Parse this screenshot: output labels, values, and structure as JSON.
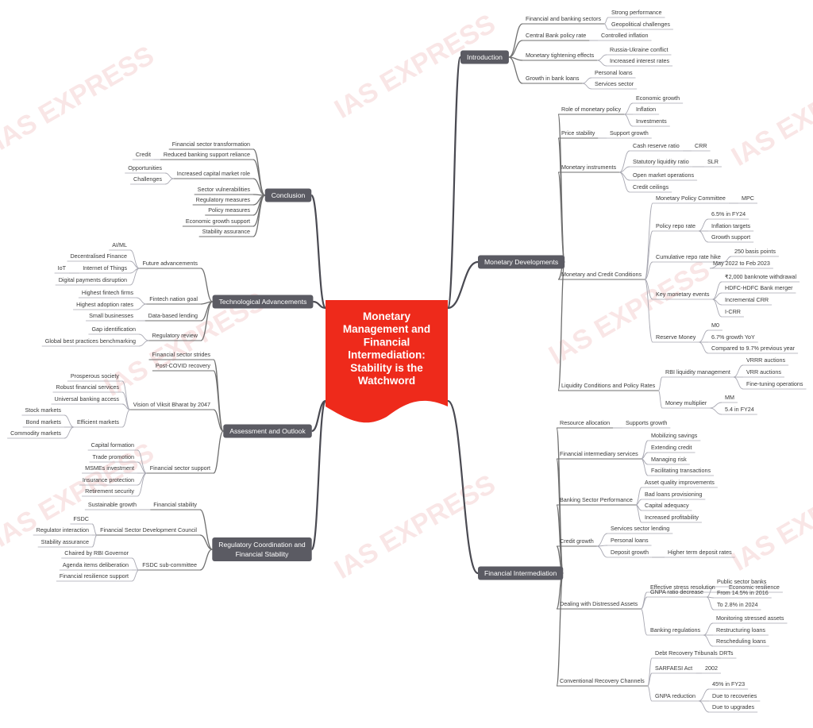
{
  "title": [
    "Monetary",
    "Management and",
    "Financial",
    "Intermediation:",
    "Stability is the",
    "Watchword"
  ],
  "watermark": "IAS EXPRESS",
  "colors": {
    "center": "#ee2a1b",
    "category": "#5b5b63",
    "branch": "#6f6f6f",
    "leaf": "#a8a8b2",
    "watermark": "#f2c9c9"
  },
  "branches": [
    {
      "label": "Introduction",
      "children": [
        {
          "label": "Financial and banking sectors",
          "children": [
            {
              "label": "Strong performance"
            },
            {
              "label": "Geopolitical challenges"
            }
          ]
        },
        {
          "label": "Central Bank policy rate",
          "children": [
            {
              "label": "Controlled inflation"
            }
          ]
        },
        {
          "label": "Monetary tightening effects",
          "children": [
            {
              "label": "Russia-Ukraine conflict"
            },
            {
              "label": "Increased interest rates"
            }
          ]
        },
        {
          "label": "Growth in bank loans",
          "children": [
            {
              "label": "Personal loans"
            },
            {
              "label": "Services sector"
            }
          ]
        }
      ]
    },
    {
      "label": "Monetary Developments",
      "children": [
        {
          "label": "Role of monetary policy",
          "children": [
            {
              "label": "Economic growth"
            },
            {
              "label": "Inflation"
            },
            {
              "label": "Investments"
            }
          ]
        },
        {
          "label": "Price stability",
          "children": [
            {
              "label": "Support growth"
            }
          ]
        },
        {
          "label": "Monetary instruments",
          "children": [
            {
              "label": "Cash reserve ratio",
              "children": [
                {
                  "label": "CRR"
                }
              ]
            },
            {
              "label": "Statutory liquidity ratio",
              "children": [
                {
                  "label": "SLR"
                }
              ]
            },
            {
              "label": "Open market operations"
            },
            {
              "label": "Credit ceilings"
            }
          ]
        },
        {
          "label": "Monetary and Credit Conditions",
          "children": [
            {
              "label": "Monetary Policy Committee",
              "children": [
                {
                  "label": "MPC"
                }
              ]
            },
            {
              "label": "Policy repo rate",
              "children": [
                {
                  "label": "6.5% in FY24"
                },
                {
                  "label": "Inflation targets"
                },
                {
                  "label": "Growth support"
                }
              ]
            },
            {
              "label": "Cumulative repo rate hike",
              "children": [
                {
                  "label": "250 basis points"
                },
                {
                  "label": "May 2022 to Feb 2023"
                }
              ]
            },
            {
              "label": "Key monetary events",
              "children": [
                {
                  "label": "₹2,000 banknote withdrawal"
                },
                {
                  "label": "HDFC-HDFC Bank merger"
                },
                {
                  "label": "Incremental CRR"
                },
                {
                  "label": "I-CRR"
                }
              ]
            },
            {
              "label": "Reserve Money",
              "children": [
                {
                  "label": "M0"
                },
                {
                  "label": "6.7% growth YoY"
                },
                {
                  "label": "Compared to 9.7% previous year"
                }
              ]
            }
          ]
        },
        {
          "label": "Liquidity Conditions and Policy Rates",
          "children": [
            {
              "label": "RBI liquidity management",
              "children": [
                {
                  "label": "VRRR auctions"
                },
                {
                  "label": "VRR auctions"
                },
                {
                  "label": "Fine-tuning operations"
                }
              ]
            },
            {
              "label": "Money multiplier",
              "children": [
                {
                  "label": "MM"
                },
                {
                  "label": "5.4 in FY24"
                }
              ]
            }
          ]
        }
      ]
    },
    {
      "label": "Financial Intermediation",
      "children": [
        {
          "label": "Resource allocation",
          "children": [
            {
              "label": "Supports growth"
            }
          ]
        },
        {
          "label": "Financial intermediary services",
          "children": [
            {
              "label": "Mobilizing savings"
            },
            {
              "label": "Extending credit"
            },
            {
              "label": "Managing risk"
            },
            {
              "label": "Facilitating transactions"
            }
          ]
        },
        {
          "label": "Banking Sector Performance",
          "children": [
            {
              "label": "Asset quality improvements"
            },
            {
              "label": "Bad loans provisioning"
            },
            {
              "label": "Capital adequacy"
            },
            {
              "label": "Increased profitability"
            }
          ]
        },
        {
          "label": "Credit growth",
          "children": [
            {
              "label": "Services sector lending"
            },
            {
              "label": "Personal loans"
            },
            {
              "label": "Deposit growth",
              "children": [
                {
                  "label": "Higher term deposit rates"
                }
              ]
            }
          ]
        },
        {
          "label": "Dealing with Distressed Assets",
          "children": [
            {
              "label": "Effective stress resolution",
              "children": [
                {
                  "label": "Economic resilience"
                }
              ]
            },
            {
              "label": "GNPA ratio decrease",
              "children": [
                {
                  "label": "Public sector banks"
                },
                {
                  "label": "From 14.5% in 2016"
                },
                {
                  "label": "To 2.8% in 2024"
                }
              ]
            },
            {
              "label": "Banking regulations",
              "children": [
                {
                  "label": "Monitoring stressed assets"
                },
                {
                  "label": "Restructuring loans"
                },
                {
                  "label": "Rescheduling loans"
                }
              ]
            }
          ]
        },
        {
          "label": "Conventional Recovery Channels",
          "children": [
            {
              "label": "Debt Recovery Tribunals",
              "children": [
                {
                  "label": "DRTs"
                }
              ]
            },
            {
              "label": "SARFAESI Act",
              "children": [
                {
                  "label": "2002"
                }
              ]
            },
            {
              "label": "GNPA reduction",
              "children": [
                {
                  "label": "45% in FY23"
                },
                {
                  "label": "Due to recoveries"
                },
                {
                  "label": "Due to upgrades"
                }
              ]
            }
          ]
        }
      ]
    },
    {
      "label": "Conclusion",
      "children": [
        {
          "label": "Financial sector transformation"
        },
        {
          "label": "Reduced banking support reliance",
          "children": [
            {
              "label": "Credit"
            }
          ]
        },
        {
          "label": "Increased capital market role",
          "children": [
            {
              "label": "Opportunities"
            },
            {
              "label": "Challenges"
            }
          ]
        },
        {
          "label": "Sector vulnerabilities"
        },
        {
          "label": "Regulatory measures"
        },
        {
          "label": "Policy measures"
        },
        {
          "label": "Economic growth support"
        },
        {
          "label": "Stability assurance"
        }
      ]
    },
    {
      "label": "Technological Advancements",
      "children": [
        {
          "label": "Future advancements",
          "children": [
            {
              "label": "AI/ML"
            },
            {
              "label": "Decentralised Finance"
            },
            {
              "label": "Internet of Things",
              "children": [
                {
                  "label": "IoT"
                }
              ]
            },
            {
              "label": "Digital payments disruption"
            }
          ]
        },
        {
          "label": "Fintech nation goal",
          "children": [
            {
              "label": "Highest fintech firms"
            },
            {
              "label": "Highest adoption rates"
            }
          ]
        },
        {
          "label": "Data-based lending",
          "children": [
            {
              "label": "Small businesses"
            }
          ]
        },
        {
          "label": "Regulatory review",
          "children": [
            {
              "label": "Gap identification"
            },
            {
              "label": "Global best practices benchmarking"
            }
          ]
        }
      ]
    },
    {
      "label": "Assessment and Outlook",
      "children": [
        {
          "label": "Financial sector strides"
        },
        {
          "label": "Post-COVID recovery"
        },
        {
          "label": "Vision of Viksit Bharat by 2047",
          "children": [
            {
              "label": "Prosperous society"
            },
            {
              "label": "Robust financial services"
            },
            {
              "label": "Universal banking access"
            },
            {
              "label": "Efficient markets",
              "children": [
                {
                  "label": "Stock markets"
                },
                {
                  "label": "Bond markets"
                },
                {
                  "label": "Commodity markets"
                }
              ]
            }
          ]
        },
        {
          "label": "Financial sector support",
          "children": [
            {
              "label": "Capital formation"
            },
            {
              "label": "Trade promotion"
            },
            {
              "label": "MSMEs investment"
            },
            {
              "label": "Insurance protection"
            },
            {
              "label": "Retirement security"
            }
          ]
        }
      ]
    },
    {
      "label": "Regulatory Coordination and|Financial Stability",
      "children": [
        {
          "label": "Financial stability",
          "children": [
            {
              "label": "Sustainable growth"
            }
          ]
        },
        {
          "label": "Financial Sector Development Council",
          "children": [
            {
              "label": "FSDC"
            },
            {
              "label": "Regulator interaction"
            },
            {
              "label": "Stability assurance"
            }
          ]
        },
        {
          "label": "FSDC sub-committee",
          "children": [
            {
              "label": "Chaired by RBI Governor"
            },
            {
              "label": "Agenda items deliberation"
            },
            {
              "label": "Financial resilience support"
            }
          ]
        }
      ]
    }
  ]
}
